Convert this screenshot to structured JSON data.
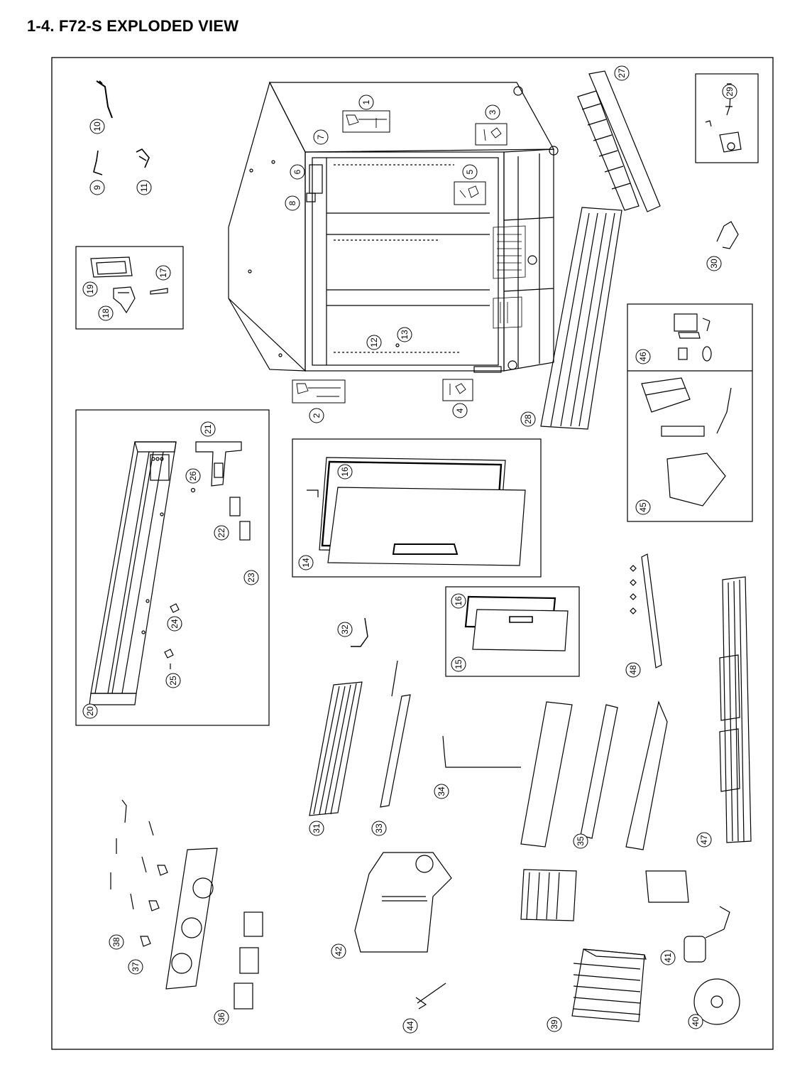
{
  "page_title": "1-4. F72-S EXPLODED VIEW",
  "callouts": [
    {
      "id": "c1",
      "label": "1"
    },
    {
      "id": "c2",
      "label": "2"
    },
    {
      "id": "c3",
      "label": "3"
    },
    {
      "id": "c4",
      "label": "4"
    },
    {
      "id": "c5",
      "label": "5"
    },
    {
      "id": "c6",
      "label": "6"
    },
    {
      "id": "c7",
      "label": "7"
    },
    {
      "id": "c8",
      "label": "8"
    },
    {
      "id": "c9",
      "label": "9"
    },
    {
      "id": "c10",
      "label": "10"
    },
    {
      "id": "c11",
      "label": "11"
    },
    {
      "id": "c12",
      "label": "12"
    },
    {
      "id": "c13",
      "label": "13"
    },
    {
      "id": "c14",
      "label": "14"
    },
    {
      "id": "c15",
      "label": "15"
    },
    {
      "id": "c16a",
      "label": "16"
    },
    {
      "id": "c16b",
      "label": "16"
    },
    {
      "id": "c17",
      "label": "17"
    },
    {
      "id": "c18",
      "label": "18"
    },
    {
      "id": "c19",
      "label": "19"
    },
    {
      "id": "c20",
      "label": "20"
    },
    {
      "id": "c21",
      "label": "21"
    },
    {
      "id": "c22",
      "label": "22"
    },
    {
      "id": "c23",
      "label": "23"
    },
    {
      "id": "c24",
      "label": "24"
    },
    {
      "id": "c25",
      "label": "25"
    },
    {
      "id": "c26",
      "label": "26"
    },
    {
      "id": "c27",
      "label": "27"
    },
    {
      "id": "c28",
      "label": "28"
    },
    {
      "id": "c29",
      "label": "29"
    },
    {
      "id": "c30",
      "label": "30"
    },
    {
      "id": "c31",
      "label": "31"
    },
    {
      "id": "c32",
      "label": "32"
    },
    {
      "id": "c33",
      "label": "33"
    },
    {
      "id": "c34",
      "label": "34"
    },
    {
      "id": "c35",
      "label": "35"
    },
    {
      "id": "c36",
      "label": "36"
    },
    {
      "id": "c37",
      "label": "37"
    },
    {
      "id": "c38",
      "label": "38"
    },
    {
      "id": "c39",
      "label": "39"
    },
    {
      "id": "c40",
      "label": "40"
    },
    {
      "id": "c41",
      "label": "41"
    },
    {
      "id": "c42",
      "label": "42"
    },
    {
      "id": "c44",
      "label": "44"
    },
    {
      "id": "c45",
      "label": "45"
    },
    {
      "id": "c46",
      "label": "46"
    },
    {
      "id": "c47",
      "label": "47"
    },
    {
      "id": "c48",
      "label": "48"
    }
  ],
  "colors": {
    "line": "#000000",
    "background": "#ffffff",
    "shade": "#8a8a8a"
  }
}
